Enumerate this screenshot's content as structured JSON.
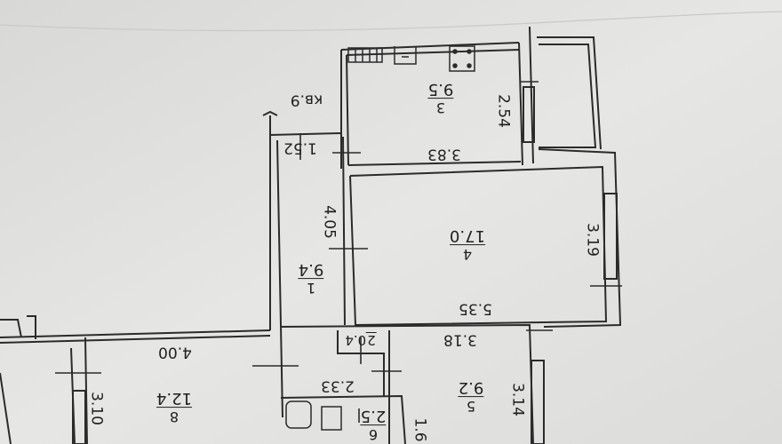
{
  "apartment_label": "кв.9",
  "rooms": [
    {
      "id": "room-1",
      "number": "1",
      "area": "9.4"
    },
    {
      "id": "room-3",
      "number": "3",
      "area": "9.5"
    },
    {
      "id": "room-4",
      "number": "4",
      "area": "17.0"
    },
    {
      "id": "room-5",
      "number": "5",
      "area": "9.2"
    },
    {
      "id": "room-6",
      "number": "6",
      "area": "2.5"
    },
    {
      "id": "room-8",
      "number": "8",
      "area": "12.4"
    }
  ],
  "small_room_label": "2",
  "small_room_area": "0.4",
  "dimensions": {
    "d_1_52": "1.52",
    "d_3_83": "3.83",
    "d_2_54": "2.54",
    "d_4_05": "4.05",
    "d_3_19": "3.19",
    "d_5_35": "5.35",
    "d_3_18": "3.18",
    "d_3_14": "3.14",
    "d_2_33": "2.33",
    "d_1_6": "1.6",
    "d_4_00": "4.00",
    "d_3_10": "3.10"
  },
  "colors": {
    "paper": "#ebebea",
    "ink": "#2b2b2b"
  }
}
